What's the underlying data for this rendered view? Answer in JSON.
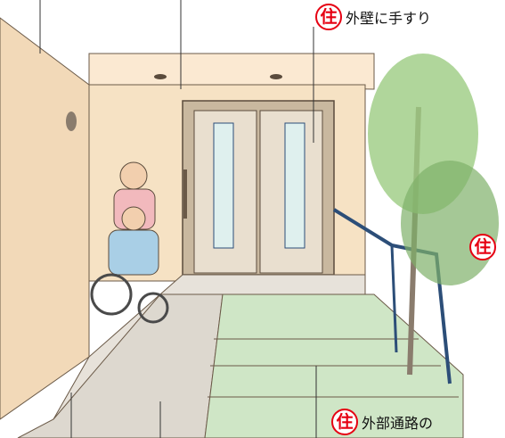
{
  "labels": [
    {
      "badge": "住",
      "text": "外壁に手すり"
    },
    {
      "badge": "住",
      "text": "外部通路の"
    },
    {
      "badge": "住",
      "text": ""
    }
  ],
  "colors": {
    "accent": "#e60012",
    "wall": "#f6e2c4",
    "tile": "#cfe6c6",
    "door_frame": "#b7a58e",
    "door_glass": "#dff0ee",
    "handrail": "#2c4e78",
    "tree": "#7fb069"
  }
}
